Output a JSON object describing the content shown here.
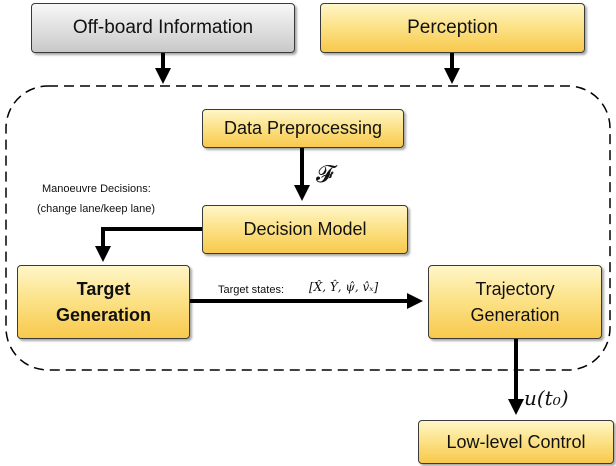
{
  "boxes": {
    "offboard": "Off-board Information",
    "perception": "Perception",
    "preprocessing": "Data Preprocessing",
    "decision": "Decision Model",
    "target_line1": "Target",
    "target_line2": "Generation",
    "trajectory_line1": "Trajectory",
    "trajectory_line2": "Generation",
    "lowlevel": "Low-level Control"
  },
  "annotations": {
    "feature_symbol": "𝓕",
    "manoeuvre_title": "Manoeuvre Decisions:",
    "manoeuvre_options": "(change lane/keep lane)",
    "target_states_label": "Target states:",
    "target_states_vector": "[X̂, Ŷ, ψ̂, v̂ₓ]",
    "control_signal": "u(t₀)"
  },
  "colors": {
    "module_fill": "#f8c94c",
    "external_fill": "#d6d6d6",
    "arrow": "#000000"
  }
}
